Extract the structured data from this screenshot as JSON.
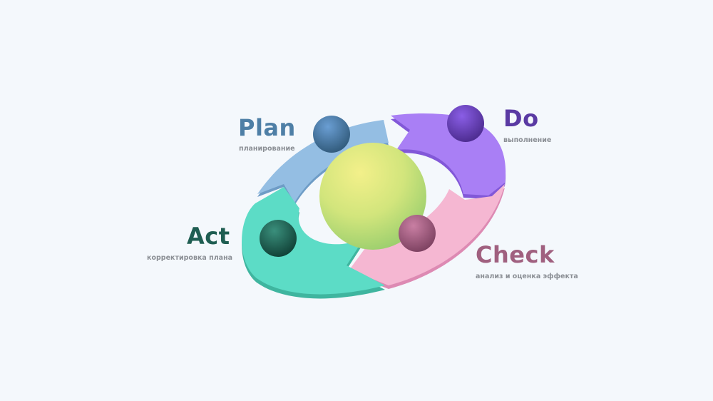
{
  "stages": {
    "plan": {
      "title": "Plan",
      "subtitle": "планирование",
      "color": "#4e7fa6"
    },
    "do": {
      "title": "Do",
      "subtitle": "выполнение",
      "color": "#5a3aa3"
    },
    "check": {
      "title": "Check",
      "subtitle": "анализ и оценка эффекта",
      "color": "#a0607f"
    },
    "act": {
      "title": "Act",
      "subtitle": "корректировка плана",
      "color": "#1f5e52"
    }
  },
  "colors": {
    "background": "#f4f8fc",
    "plan_arrow": "#94bee3",
    "do_arrow": "#a97ff5",
    "check_arrow": "#f5b7d2",
    "act_arrow": "#5cdcc6",
    "center_sphere": "#c9e27c"
  }
}
